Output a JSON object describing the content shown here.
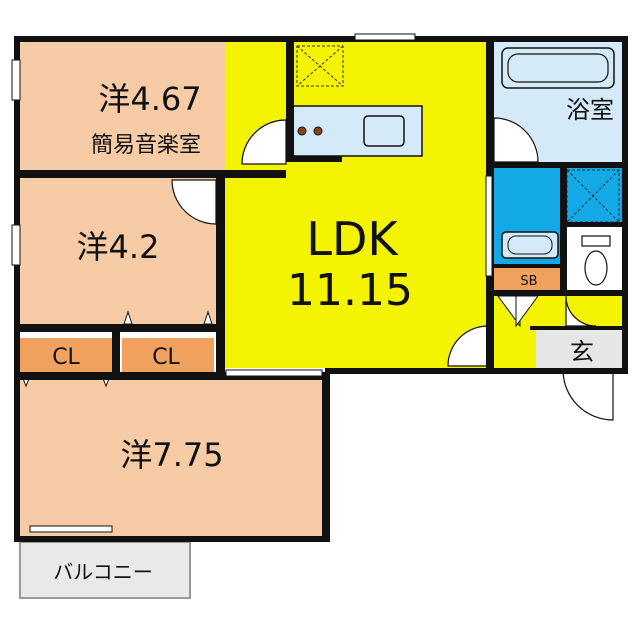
{
  "rooms": {
    "western_1": {
      "size": "洋4.67",
      "sub": "簡易音楽室"
    },
    "western_2": {
      "size": "洋4.2"
    },
    "western_3": {
      "size": "洋7.75"
    },
    "ldk": {
      "name": "LDK",
      "size": "11.15"
    },
    "bath": {
      "name": "浴室"
    },
    "entrance": {
      "name": "玄"
    },
    "shoe_box": {
      "name": "SB"
    },
    "closet_1": {
      "name": "CL"
    },
    "closet_2": {
      "name": "CL"
    },
    "balcony": {
      "name": "バルコニー"
    }
  },
  "colors": {
    "western": "#F6CBA6",
    "ldk": "#F4F400",
    "bath": "#D5EAF8",
    "washroom": "#12A9E6",
    "closet": "#F0A25E",
    "entrance": "#E6E6E6",
    "balcony": "#E9E9E9",
    "wall": "#111111"
  }
}
